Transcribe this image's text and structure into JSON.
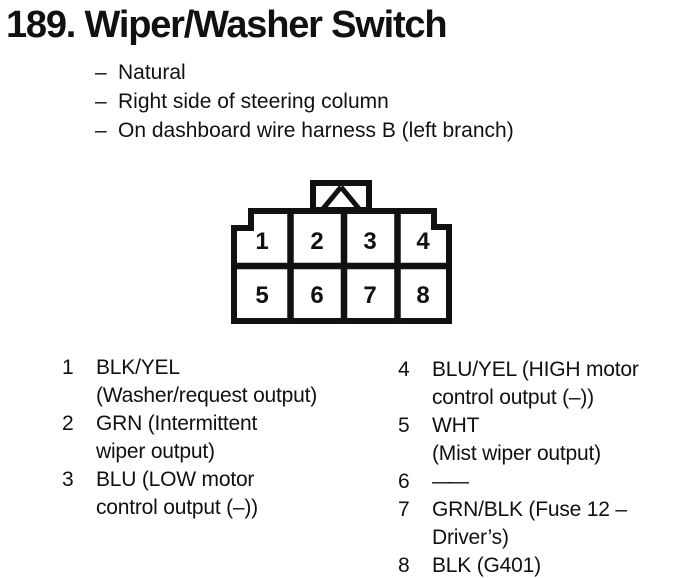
{
  "page": {
    "title": "189. Wiper/Washer Switch",
    "bullet_char": "–",
    "notes": [
      "Natural",
      "Right side of steering column",
      "On dashboard wire harness B (left branch)"
    ]
  },
  "connector": {
    "rows": 2,
    "cols": 4,
    "pins_row1": [
      "1",
      "2",
      "3",
      "4"
    ],
    "pins_row2": [
      "5",
      "6",
      "7",
      "8"
    ]
  },
  "pin_list": {
    "left": [
      {
        "pin": "1",
        "lines": [
          "BLK/YEL",
          "(Washer/request output)"
        ]
      },
      {
        "pin": "2",
        "lines": [
          "GRN (Intermittent",
          "wiper output)"
        ]
      },
      {
        "pin": "3",
        "lines": [
          "BLU (LOW motor",
          "control output (–))"
        ]
      }
    ],
    "right": [
      {
        "pin": "4",
        "lines": [
          "BLU/YEL (HIGH motor",
          "control output (–))"
        ]
      },
      {
        "pin": "5",
        "lines": [
          "WHT",
          "(Mist wiper output)"
        ]
      },
      {
        "pin": "6",
        "lines": [
          "——"
        ]
      },
      {
        "pin": "7",
        "lines": [
          "GRN/BLK (Fuse 12 –",
          "Driver’s)"
        ]
      },
      {
        "pin": "8",
        "lines": [
          "BLK (G401)"
        ]
      }
    ]
  },
  "colors": {
    "ink": "#111111",
    "background": "#ffffff"
  }
}
